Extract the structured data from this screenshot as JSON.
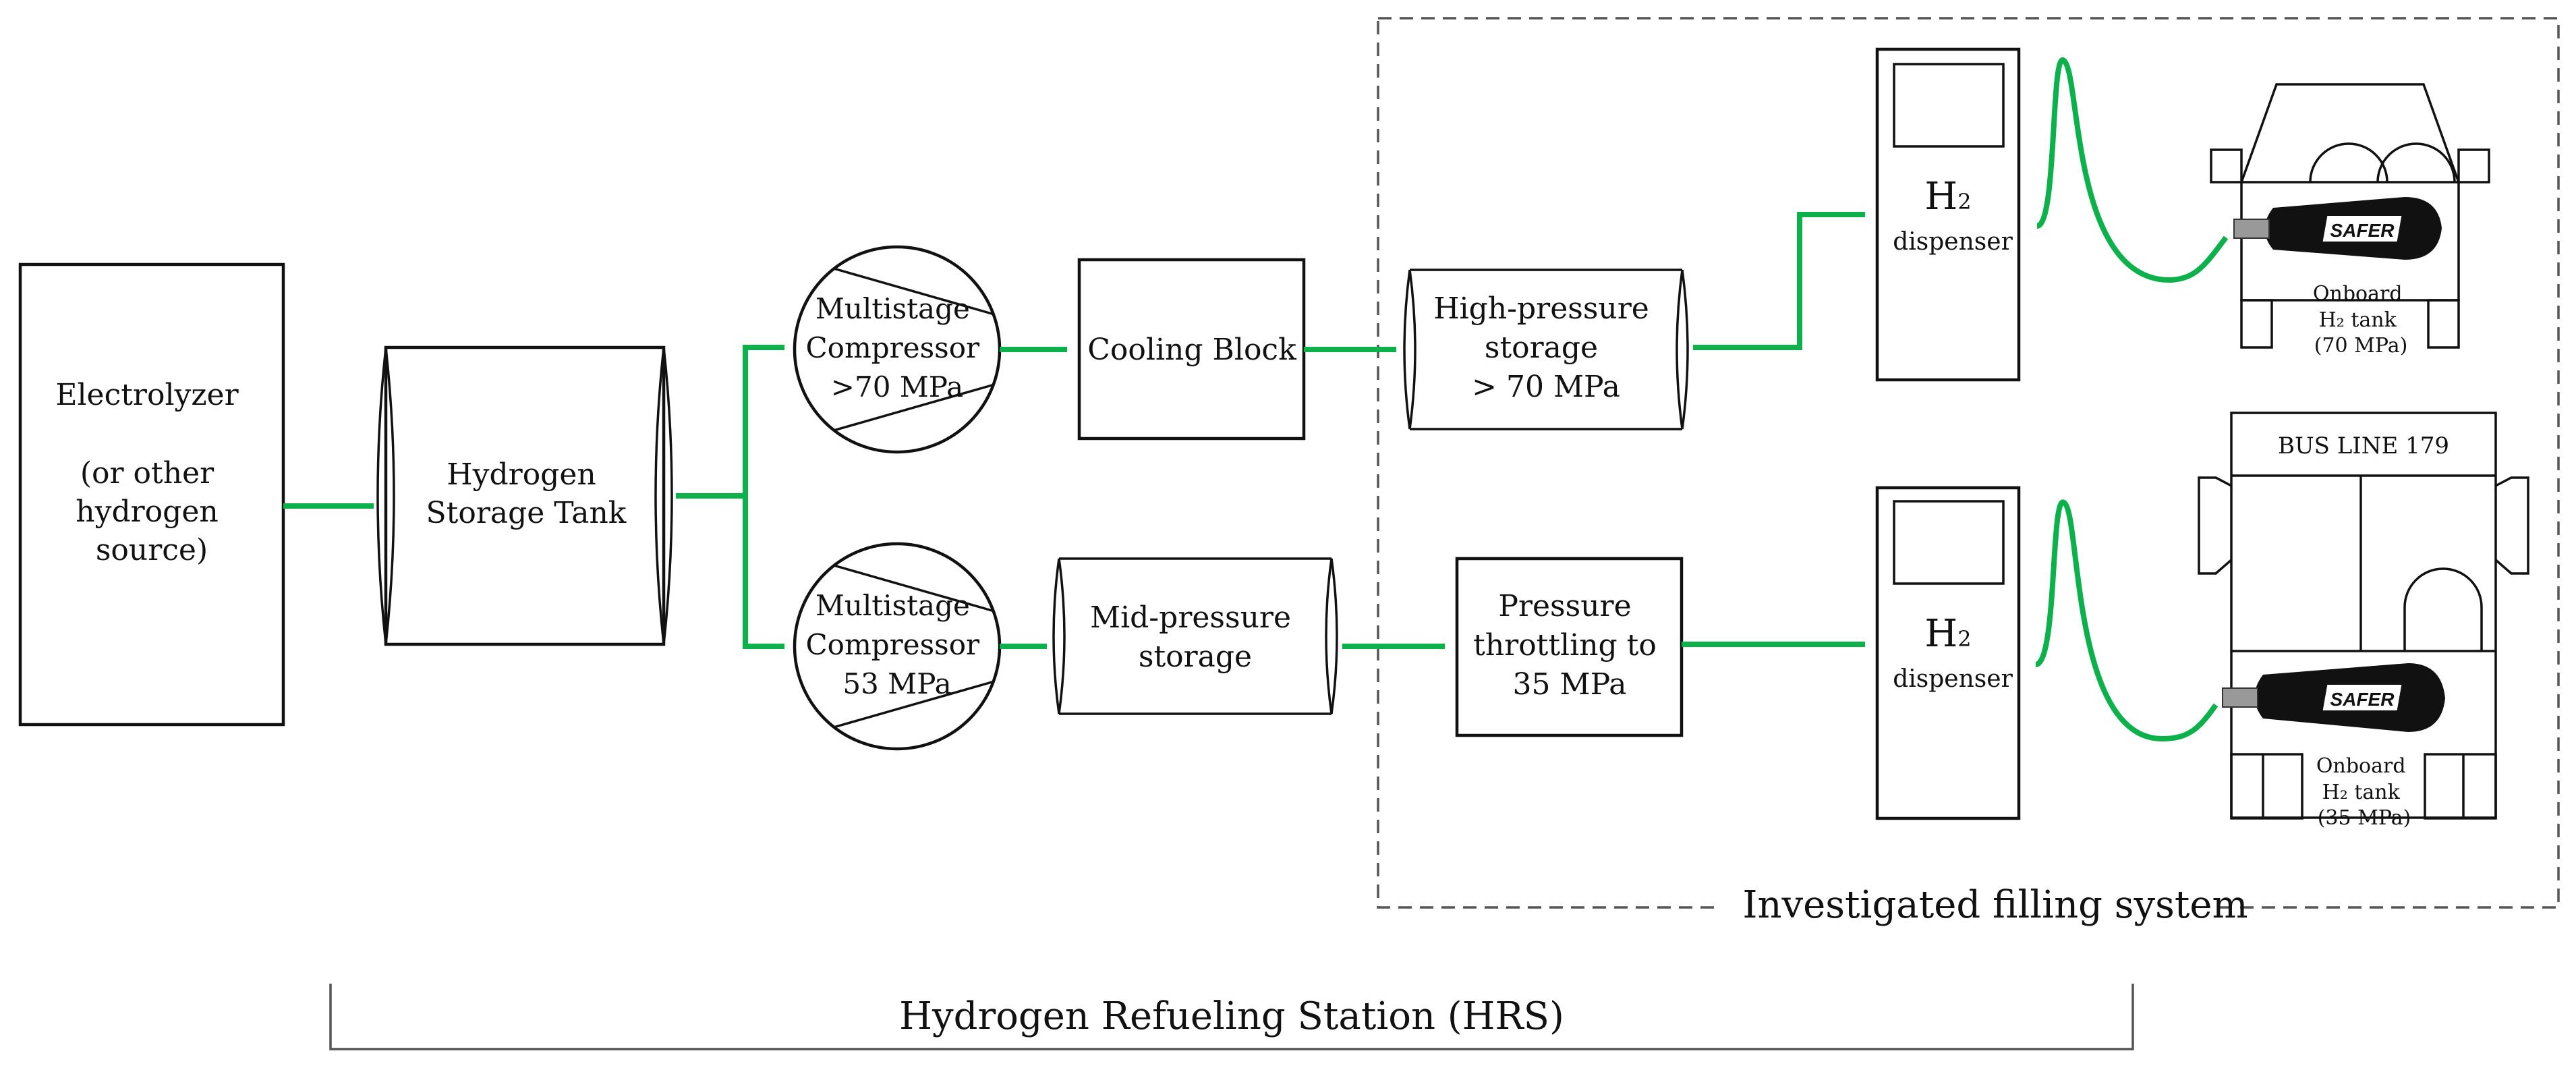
{
  "nodes": {
    "electrolyzer": {
      "lines": [
        "Electrolyzer",
        "",
        "(or other",
        "hydrogen",
        "source)"
      ]
    },
    "hydrogen_storage_tank": {
      "lines": [
        "Hydrogen",
        "Storage Tank"
      ]
    },
    "compressor_high": {
      "lines": [
        "Multistage",
        "Compressor",
        ">70 MPa"
      ]
    },
    "compressor_mid": {
      "lines": [
        "Multistage",
        "Compressor",
        "53 MPa"
      ]
    },
    "cooling_block": {
      "lines": [
        "Cooling Block"
      ]
    },
    "mid_pressure_storage": {
      "lines": [
        "Mid-pressure",
        "storage"
      ]
    },
    "high_pressure_storage": {
      "lines": [
        "High-pressure",
        "storage",
        "> 70 MPa"
      ]
    },
    "pressure_throttling": {
      "lines": [
        "Pressure",
        "throttling to",
        "35 MPa"
      ]
    },
    "dispenser_top": {
      "h": "H",
      "sub": "2",
      "label": "dispenser"
    },
    "dispenser_bottom": {
      "h": "H",
      "sub": "2",
      "label": "dispenser"
    },
    "car": {
      "tank_brand": "SAFER",
      "tank_lines": [
        "Onboard",
        "H₂ tank",
        "(70 MPa)"
      ]
    },
    "bus": {
      "sign": "BUS LINE 179",
      "tank_brand": "SAFER",
      "tank_lines": [
        "Onboard",
        "H₂ tank",
        "(35 MPa)"
      ]
    }
  },
  "regions": {
    "investigated": "Investigated filling system",
    "hrs": "Hydrogen Refueling Station (HRS)"
  },
  "colors": {
    "flow": "#0db14b",
    "outline": "#111111",
    "dashed": "#555555"
  }
}
